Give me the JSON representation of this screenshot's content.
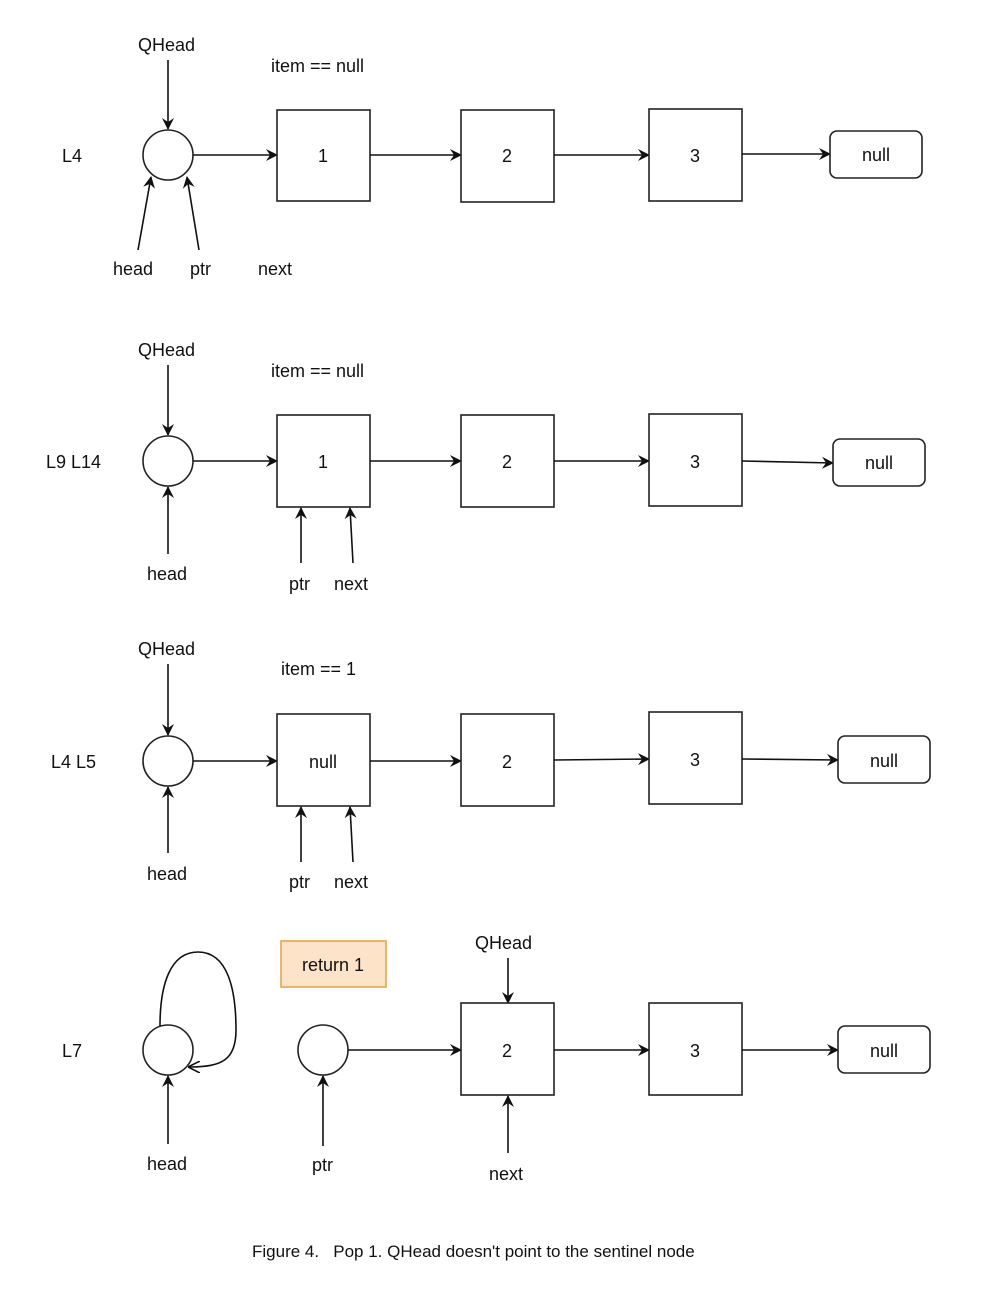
{
  "diagram": {
    "rows": [
      {
        "step": "L4",
        "annotation": "item == null",
        "nodes": [
          "1",
          "2",
          "3"
        ],
        "terminal": "null",
        "pointers": {
          "qhead": "QHead",
          "head": "head",
          "ptr": "ptr",
          "next": "next"
        }
      },
      {
        "step": "L9 L14",
        "annotation": "item == null",
        "nodes": [
          "1",
          "2",
          "3"
        ],
        "terminal": "null",
        "pointers": {
          "qhead": "QHead",
          "head": "head",
          "ptr": "ptr",
          "next": "next"
        }
      },
      {
        "step": "L4 L5",
        "annotation": "item == 1",
        "nodes": [
          "null",
          "2",
          "3"
        ],
        "terminal": "null",
        "pointers": {
          "qhead": "QHead",
          "head": "head",
          "ptr": "ptr",
          "next": "next"
        }
      },
      {
        "step": "L7",
        "return_label": "return 1",
        "nodes": [
          "2",
          "3"
        ],
        "terminal": "null",
        "pointers": {
          "qhead": "QHead",
          "head": "head",
          "ptr": "ptr",
          "next": "next"
        }
      }
    ],
    "caption": "Figure 4.   Pop 1. QHead doesn't point to the sentinel node",
    "colors": {
      "return_fill": "#fde3c8",
      "return_border": "#e0a84a"
    }
  }
}
